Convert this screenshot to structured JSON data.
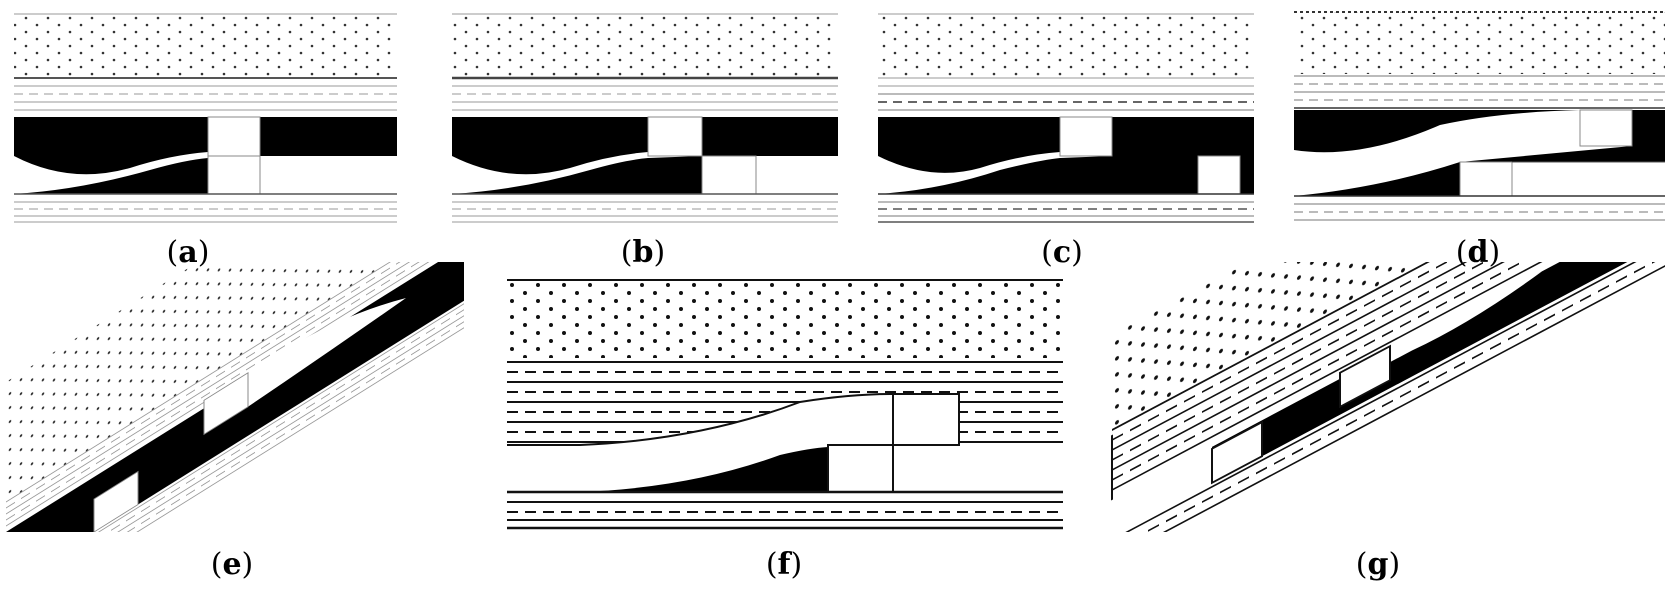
{
  "figure": {
    "panels": [
      {
        "id": "a",
        "letter": "a"
      },
      {
        "id": "b",
        "letter": "b"
      },
      {
        "id": "c",
        "letter": "c"
      },
      {
        "id": "d",
        "letter": "d"
      },
      {
        "id": "e",
        "letter": "e"
      },
      {
        "id": "f",
        "letter": "f"
      },
      {
        "id": "g",
        "letter": "g"
      }
    ]
  },
  "colors": {
    "ink": "#000000",
    "paper": "#ffffff",
    "thin_line": "#9a9a9a"
  }
}
